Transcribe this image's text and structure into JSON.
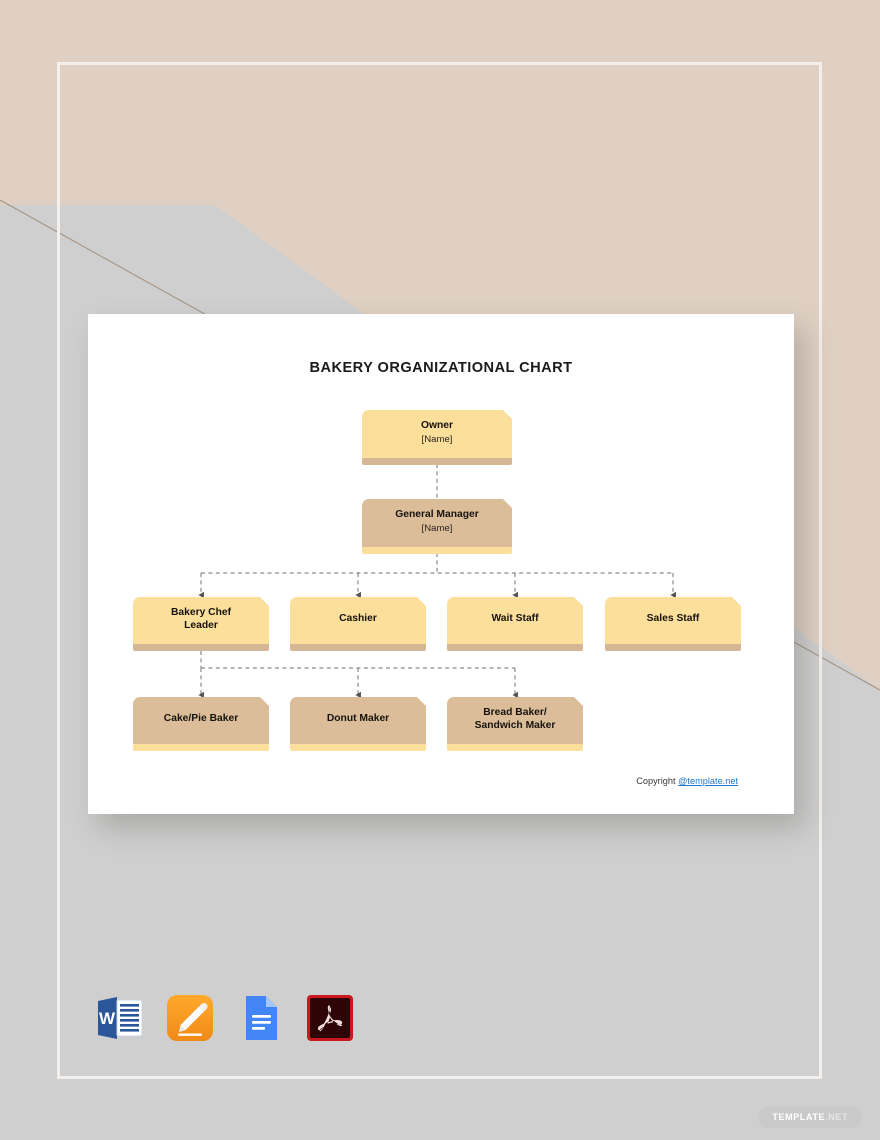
{
  "document": {
    "title": "BAKERY ORGANIZATIONAL CHART",
    "copyright_prefix": "Copyright ",
    "copyright_link": "@template.net"
  },
  "watermark": {
    "name": "TEMPLATE",
    "tld": ".NET"
  },
  "colors": {
    "page_background": "#d1d1d1",
    "beige_panel": "#dfd0c3",
    "gray_panel": "#cfcfcf",
    "card_background": "#ffffff",
    "node_yellow": "#fbdf9b",
    "node_tan": "#dcbd99",
    "bar_tan": "#d6b795",
    "bar_yellow": "#fbdf9b",
    "connector": "#8a8a8a",
    "link_blue": "#2277cc",
    "title_text": "#1b1b1b"
  },
  "chart_data": {
    "type": "diagram",
    "title": "BAKERY ORGANIZATIONAL CHART",
    "orientation": "top-down",
    "connector_style": "dashed-with-arrowheads",
    "levels": [
      {
        "level": 1,
        "nodes": [
          "owner"
        ]
      },
      {
        "level": 2,
        "nodes": [
          "general-manager"
        ]
      },
      {
        "level": 3,
        "nodes": [
          "bakery-chef-leader",
          "cashier",
          "wait-staff",
          "sales-staff"
        ]
      },
      {
        "level": 4,
        "nodes": [
          "cake-pie-baker",
          "donut-maker",
          "bread-sandwich-maker"
        ]
      }
    ],
    "nodes": [
      {
        "id": "owner",
        "title": "Owner",
        "subtitle": "[Name]",
        "style": "yellow",
        "level": 1,
        "parent": null
      },
      {
        "id": "general-manager",
        "title": "General Manager",
        "subtitle": "[Name]",
        "style": "tan",
        "level": 2,
        "parent": "owner"
      },
      {
        "id": "bakery-chef-leader",
        "title": "Bakery Chef",
        "title2": "Leader",
        "subtitle": "",
        "style": "yellow",
        "level": 3,
        "parent": "general-manager"
      },
      {
        "id": "cashier",
        "title": "Cashier",
        "subtitle": "",
        "style": "yellow",
        "level": 3,
        "parent": "general-manager"
      },
      {
        "id": "wait-staff",
        "title": "Wait Staff",
        "subtitle": "",
        "style": "yellow",
        "level": 3,
        "parent": "general-manager"
      },
      {
        "id": "sales-staff",
        "title": "Sales Staff",
        "subtitle": "",
        "style": "yellow",
        "level": 3,
        "parent": "general-manager"
      },
      {
        "id": "cake-pie-baker",
        "title": "Cake/Pie Baker",
        "subtitle": "",
        "style": "tan",
        "level": 4,
        "parent": "bakery-chef-leader"
      },
      {
        "id": "donut-maker",
        "title": "Donut Maker",
        "subtitle": "",
        "style": "tan",
        "level": 4,
        "parent": "bakery-chef-leader"
      },
      {
        "id": "bread-sandwich-maker",
        "title": "Bread Baker/",
        "title2": "Sandwich Maker",
        "subtitle": "",
        "style": "tan",
        "level": 4,
        "parent": "bakery-chef-leader"
      }
    ],
    "edges": [
      {
        "from": "owner",
        "to": "general-manager"
      },
      {
        "from": "general-manager",
        "to": "bakery-chef-leader"
      },
      {
        "from": "general-manager",
        "to": "cashier"
      },
      {
        "from": "general-manager",
        "to": "wait-staff"
      },
      {
        "from": "general-manager",
        "to": "sales-staff"
      },
      {
        "from": "bakery-chef-leader",
        "to": "cake-pie-baker"
      },
      {
        "from": "bakery-chef-leader",
        "to": "donut-maker"
      },
      {
        "from": "bakery-chef-leader",
        "to": "bread-sandwich-maker"
      }
    ]
  },
  "nodes": {
    "owner": {
      "title": "Owner",
      "subtitle": "[Name]"
    },
    "general_manager": {
      "title": "General Manager",
      "subtitle": "[Name]"
    },
    "bakery_chef_leader": {
      "line1": "Bakery Chef",
      "line2": "Leader"
    },
    "cashier": {
      "title": "Cashier"
    },
    "wait_staff": {
      "title": "Wait Staff"
    },
    "sales_staff": {
      "title": "Sales Staff"
    },
    "cake_pie_baker": {
      "title": "Cake/Pie Baker"
    },
    "donut_maker": {
      "title": "Donut Maker"
    },
    "bread_sandwich_maker": {
      "line1": "Bread Baker/",
      "line2": "Sandwich Maker"
    }
  },
  "format_icons": [
    {
      "id": "word-icon",
      "label": "Microsoft Word"
    },
    {
      "id": "pages-icon",
      "label": "Apple Pages"
    },
    {
      "id": "google-docs-icon",
      "label": "Google Docs"
    },
    {
      "id": "pdf-icon",
      "label": "Adobe PDF"
    }
  ]
}
